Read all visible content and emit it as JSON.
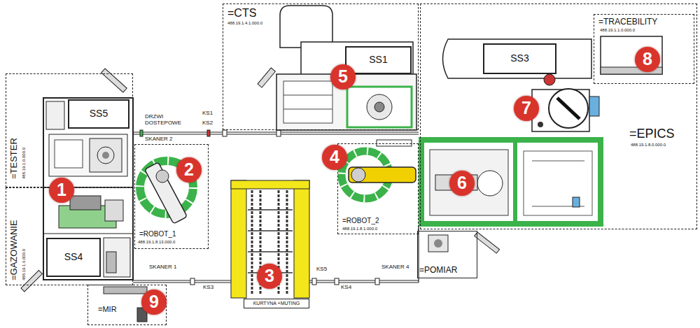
{
  "diagram": {
    "nodes": [
      {
        "text": [
          "=TESTER",
          "488.19.1.0.000.0"
        ]
      },
      {
        "text": [
          "SS5"
        ],
        "in": 0
      },
      {
        "text": [
          "=GAZOWANIE",
          "488.19.1.6.000.0"
        ]
      },
      {
        "text": [
          "SS4"
        ],
        "in": 2
      },
      {
        "text": [
          "=CTS",
          "488.19.1.4.1.000.0"
        ]
      },
      {
        "text": [
          "SS1"
        ],
        "in": 4
      },
      {
        "text": [
          "=EPICS",
          "488.19.1.8.0.000.0"
        ]
      },
      {
        "text": [
          "SS3"
        ],
        "in": 6
      },
      {
        "text": [
          "=TRACEBILITY",
          "488.19.1.1.0.000.0"
        ],
        "in": 6
      },
      {
        "text": [
          "=ROBOT_1",
          "488.19.1.8.13.000.0"
        ]
      },
      {
        "text": [
          "=ROBOT_2",
          "488.19.1.8.1.000.0"
        ]
      },
      {
        "text": [
          "=POMIAR"
        ]
      },
      {
        "text": [
          "KURTYNA +MUTING"
        ]
      },
      {
        "text": [
          "=MIR"
        ]
      }
    ],
    "labels": [
      "1",
      "2",
      "3",
      "4",
      "5",
      "6",
      "7",
      "8",
      "9",
      "DRZWI DOSTEPOWE",
      "KS1",
      "KS2",
      "SKANER 2",
      "SKANER 1",
      "KS3",
      "KS5",
      "KS4",
      "SKANER 4"
    ]
  }
}
